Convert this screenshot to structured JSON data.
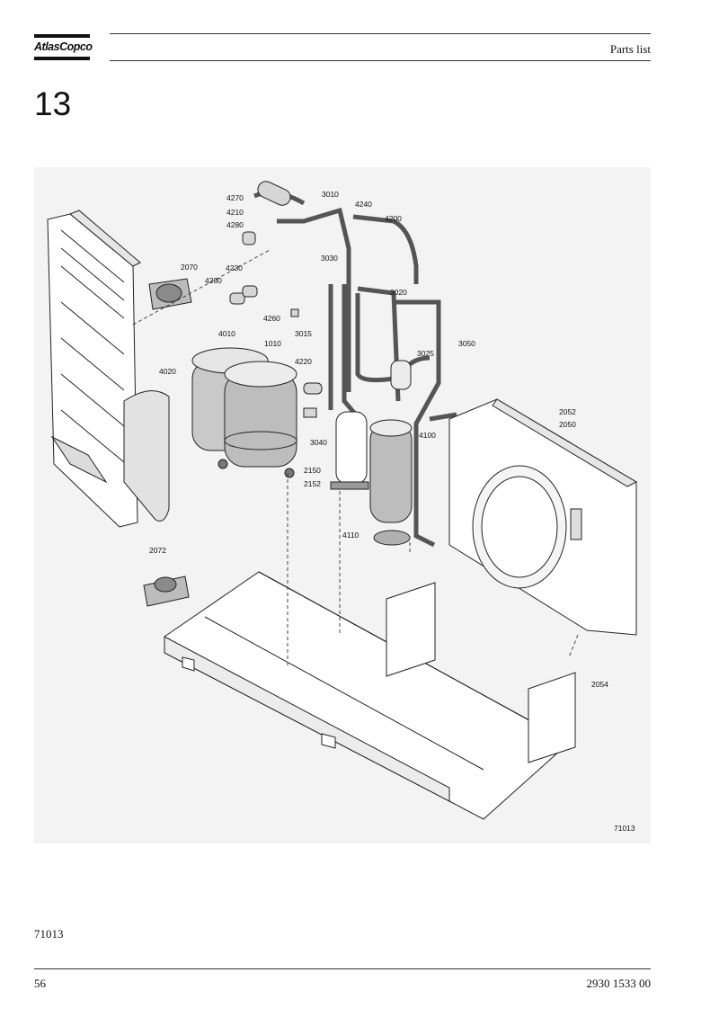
{
  "header": {
    "brand": "AtlasCopco",
    "title": "Parts list"
  },
  "section": {
    "number": "13"
  },
  "figure": {
    "drawing_number": "71013",
    "callouts": [
      "4270",
      "3010",
      "4210",
      "4240",
      "4280",
      "4200",
      "2070",
      "4230",
      "3030",
      "4280",
      "3020",
      "4260",
      "4010",
      "1010",
      "3015",
      "3050",
      "3025",
      "4020",
      "4220",
      "2052",
      "2050",
      "3040",
      "4100",
      "2150",
      "2152",
      "4110",
      "2072",
      "2054"
    ]
  },
  "footer": {
    "figure_ref": "71013",
    "page_number": "56",
    "document_number": "2930 1533 00"
  }
}
